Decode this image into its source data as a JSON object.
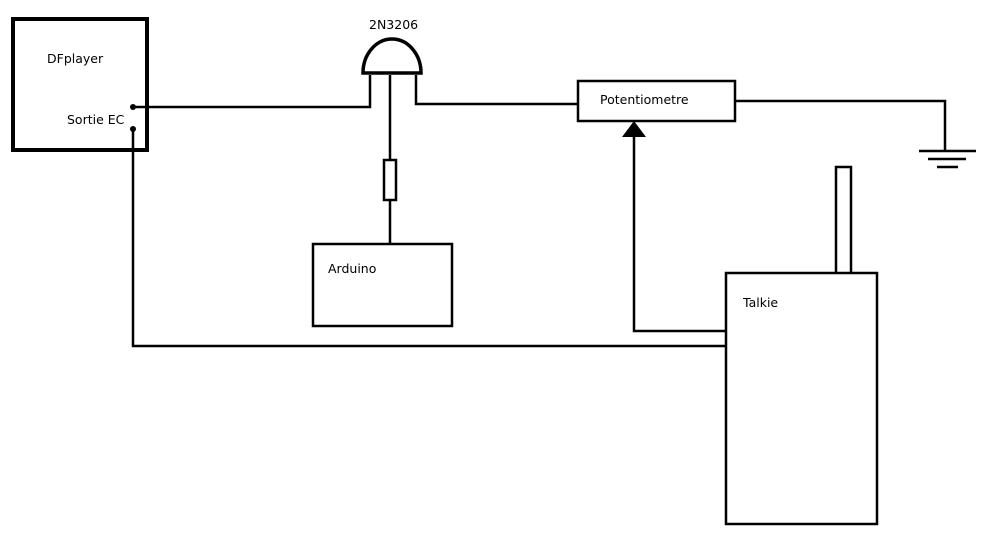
{
  "components": {
    "dfplayer": {
      "title": "DFplayer",
      "output_label": "Sortie EC"
    },
    "transistor": {
      "label": "2N3206"
    },
    "potentiometer": {
      "label": "Potentiometre"
    },
    "arduino": {
      "label": "Arduino"
    },
    "talkie": {
      "label": "Talkie"
    }
  },
  "ground": {
    "symbol": "ground-icon"
  }
}
